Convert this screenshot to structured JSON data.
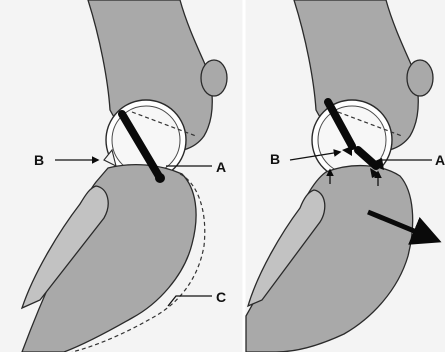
{
  "panels": [
    {
      "id": "left",
      "labels": {
        "a": "A",
        "b": "B",
        "c": "C"
      }
    },
    {
      "id": "right",
      "labels": {
        "a": "A",
        "b": "B"
      }
    }
  ],
  "colors": {
    "bone": "#a9a9a9",
    "outline": "#2a2a2a",
    "ligament": "#0a0a0a",
    "background": "#f4f4f4"
  }
}
